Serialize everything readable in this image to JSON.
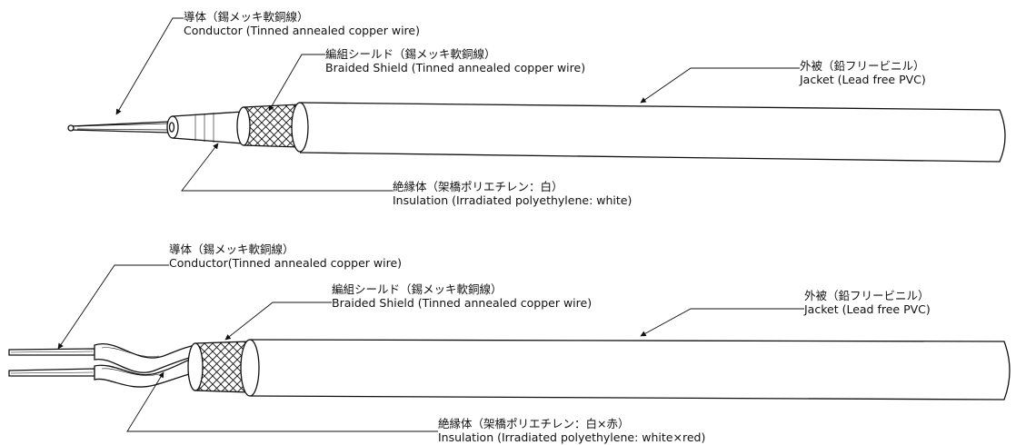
{
  "cable1": {
    "conductor": {
      "ja": "導体（錫メッキ軟銅線）",
      "en": "Conductor (Tinned annealed copper wire)"
    },
    "shield": {
      "ja": "編組シールド（錫メッキ軟銅線）",
      "en": "Braided Shield (Tinned annealed copper wire)"
    },
    "jacket": {
      "ja": "外被（鉛フリービニル）",
      "en": "Jacket (Lead free PVC)"
    },
    "insulation": {
      "ja": "絶縁体（架橋ポリエチレン：白）",
      "en": "Insulation (Irradiated polyethylene: white)"
    }
  },
  "cable2": {
    "conductor": {
      "ja": "導体（錫メッキ軟銅線）",
      "en": "Conductor(Tinned annealed copper wire)"
    },
    "shield": {
      "ja": "編組シールド（錫メッキ軟銅線）",
      "en": "Braided Shield (Tinned annealed copper wire)"
    },
    "jacket": {
      "ja": "外被（鉛フリービニル）",
      "en": "Jacket (Lead free PVC)"
    },
    "insulation": {
      "ja": "絶縁体（架橋ポリエチレン：白×赤）",
      "en": "Insulation (Irradiated polyethylene: white×red)"
    }
  }
}
